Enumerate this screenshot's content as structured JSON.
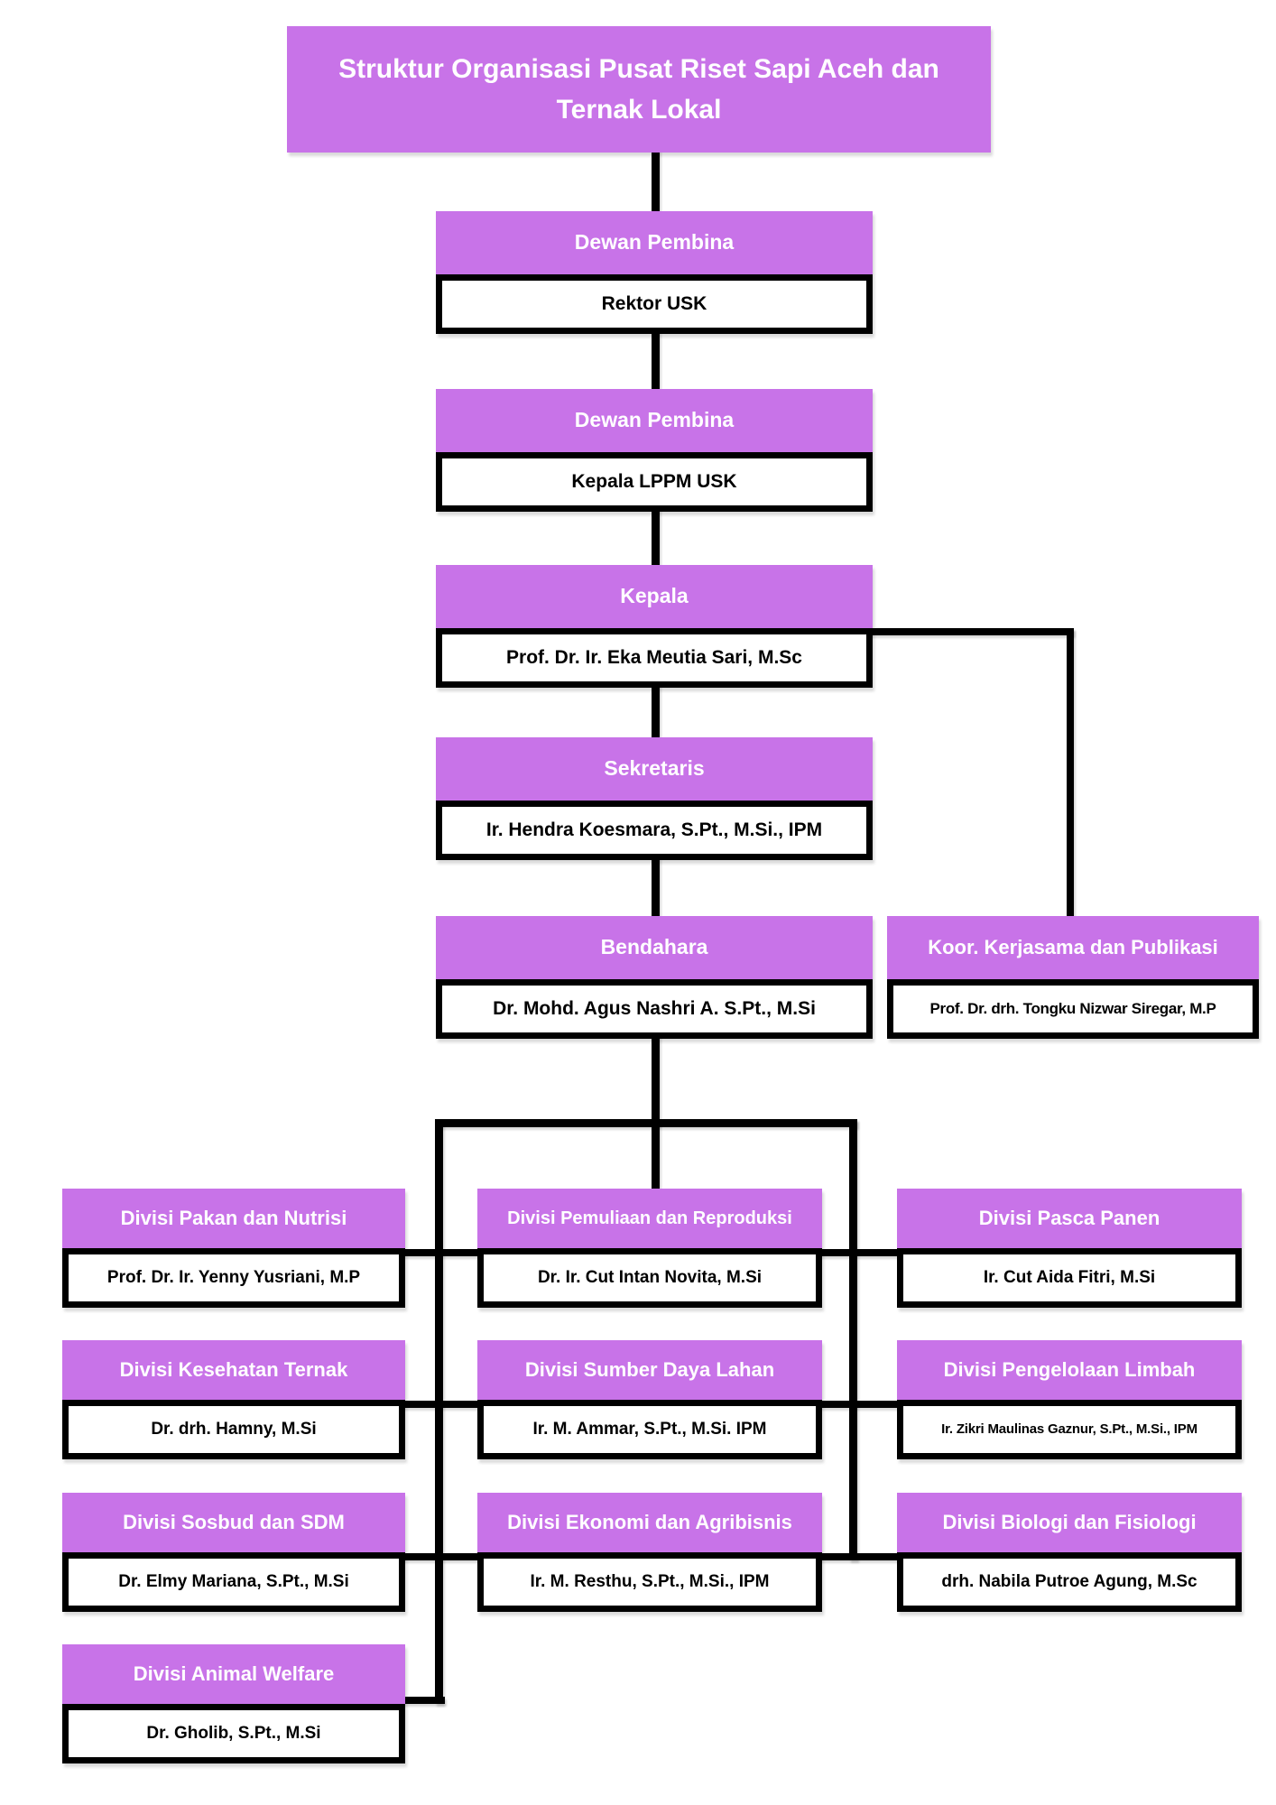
{
  "title": "Struktur Organisasi Pusat Riset Sapi Aceh dan Ternak Lokal",
  "colors": {
    "box_purple": "#c873e8",
    "role_text": "#ffffff",
    "person_text": "#000000",
    "line_black": "#000000",
    "background": "#ffffff"
  },
  "board": {
    "dewan1": {
      "role": "Dewan Pembina",
      "person": "Rektor USK"
    },
    "dewan2": {
      "role": "Dewan Pembina",
      "person": "Kepala LPPM USK"
    },
    "kepala": {
      "role": "Kepala",
      "person": "Prof. Dr. Ir. Eka Meutia Sari, M.Sc"
    },
    "sekretaris": {
      "role": "Sekretaris",
      "person": "Ir. Hendra Koesmara, S.Pt., M.Si., IPM"
    },
    "bendahara": {
      "role": "Bendahara",
      "person": "Dr. Mohd. Agus Nashri A. S.Pt., M.Si"
    },
    "koor": {
      "role": "Koor. Kerjasama dan Publikasi",
      "person": "Prof. Dr. drh. Tongku Nizwar Siregar, M.P"
    }
  },
  "divisions": [
    {
      "role": "Divisi Pakan dan Nutrisi",
      "person": "Prof. Dr. Ir. Yenny Yusriani, M.P"
    },
    {
      "role": "Divisi Pemuliaan dan Reproduksi",
      "person": "Dr. Ir. Cut Intan Novita, M.Si"
    },
    {
      "role": "Divisi Pasca Panen",
      "person": "Ir. Cut Aida Fitri, M.Si"
    },
    {
      "role": "Divisi Kesehatan Ternak",
      "person": "Dr. drh. Hamny, M.Si"
    },
    {
      "role": "Divisi Sumber Daya Lahan",
      "person": "Ir. M. Ammar, S.Pt., M.Si. IPM"
    },
    {
      "role": "Divisi Pengelolaan Limbah",
      "person": "Ir. Zikri Maulinas Gaznur, S.Pt., M.Si., IPM"
    },
    {
      "role": "Divisi Sosbud dan SDM",
      "person": "Dr. Elmy Mariana, S.Pt., M.Si"
    },
    {
      "role": "Divisi Ekonomi dan Agribisnis",
      "person": "Ir. M. Resthu, S.Pt., M.Si., IPM"
    },
    {
      "role": "Divisi Biologi dan Fisiologi",
      "person": "drh. Nabila Putroe Agung, M.Sc"
    },
    {
      "role": "Divisi Animal Welfare",
      "person": "Dr. Gholib, S.Pt., M.Si"
    }
  ]
}
